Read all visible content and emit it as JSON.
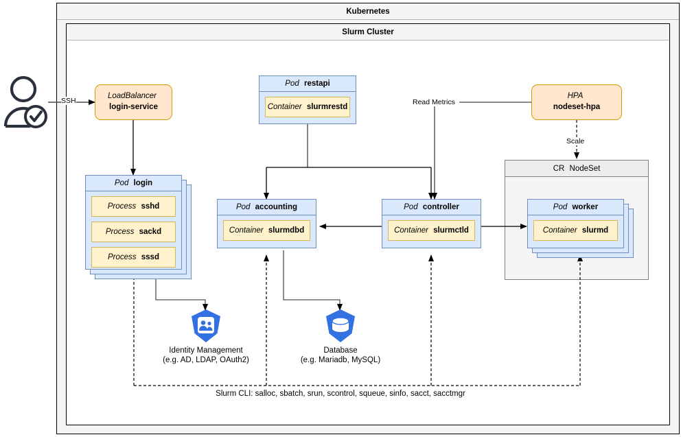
{
  "diagram": {
    "outer_container": {
      "title": "Kubernetes"
    },
    "inner_container": {
      "title": "Slurm Cluster"
    },
    "actor": {
      "icon": "user-verified-icon",
      "edge_label": "SSH"
    },
    "load_balancer": {
      "kind": "LoadBalancer",
      "name": "login-service"
    },
    "hpa": {
      "kind": "HPA",
      "name": "nodeset-hpa"
    },
    "nodeset": {
      "kind": "CR",
      "name": "NodeSet"
    },
    "pods": {
      "login": {
        "kind": "Pod",
        "name": "login",
        "children": [
          {
            "kind": "Process",
            "name": "sshd"
          },
          {
            "kind": "Process",
            "name": "sackd"
          },
          {
            "kind": "Process",
            "name": "sssd"
          }
        ]
      },
      "restapi": {
        "kind": "Pod",
        "name": "restapi",
        "children": [
          {
            "kind": "Container",
            "name": "slurmrestd"
          }
        ]
      },
      "accounting": {
        "kind": "Pod",
        "name": "accounting",
        "children": [
          {
            "kind": "Container",
            "name": "slurmdbd"
          }
        ]
      },
      "controller": {
        "kind": "Pod",
        "name": "controller",
        "children": [
          {
            "kind": "Container",
            "name": "slurmctld"
          }
        ]
      },
      "worker": {
        "kind": "Pod",
        "name": "worker",
        "children": [
          {
            "kind": "Container",
            "name": "slurmd"
          }
        ]
      }
    },
    "externals": {
      "identity": {
        "icon": "identity-management-icon",
        "line1": "Identity Management",
        "line2": "(e.g. AD, LDAP, OAuth2)"
      },
      "database": {
        "icon": "database-icon",
        "line1": "Database",
        "line2": "(e.g. Mariadb, MySQL)"
      }
    },
    "edge_labels": {
      "read_metrics": "Read Metrics",
      "scale": "Scale"
    },
    "cli_note": "Slurm CLI: salloc, sbatch, srun, scontrol, squeue, sinfo, sacct, sacctmgr",
    "colors": {
      "pod_fill": "#dae8fc",
      "pod_stroke": "#6c8ebf",
      "container_fill": "#fff2cc",
      "container_stroke": "#d6b656",
      "accent_fill": "#ffe6cc",
      "accent_stroke": "#d79b00",
      "nodeset_fill": "#f5f5f5",
      "nodeset_stroke": "#808080",
      "icon_blue": "#3371e3",
      "edge_stroke": "#000000"
    }
  }
}
